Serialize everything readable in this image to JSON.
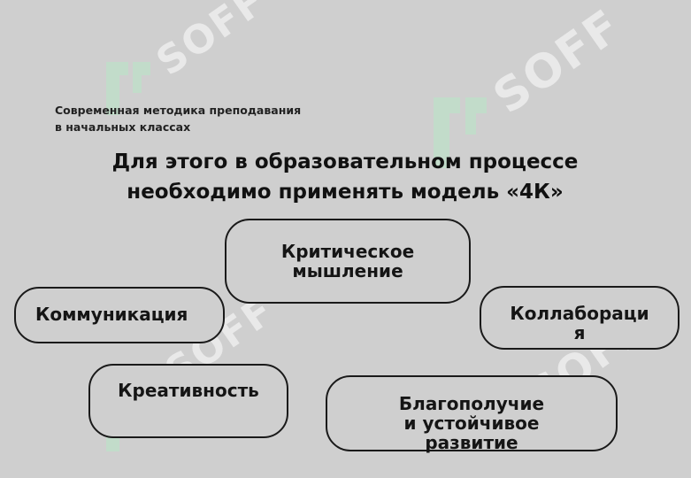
{
  "header": {
    "subtitle_line1": "Современная методика преподавания",
    "subtitle_line2": "в начальных классах"
  },
  "heading": {
    "line1": "Для этого в образовательном процессе",
    "line2": "необходимо применять модель «4К»"
  },
  "bubbles": {
    "critical": [
      "Критическое",
      "мышление"
    ],
    "communication": [
      "Коммуникация"
    ],
    "collaboration": [
      "Коллабораци",
      "я"
    ],
    "creativity": [
      "Креативность"
    ],
    "wellbeing": [
      "Благополучие",
      "и устойчивое",
      "развитие"
    ]
  },
  "watermark": {
    "text": "SOFF"
  },
  "colors": {
    "background": "#cfcfcf",
    "text": "#151515",
    "watermark_logo": "#b9e7c7"
  }
}
